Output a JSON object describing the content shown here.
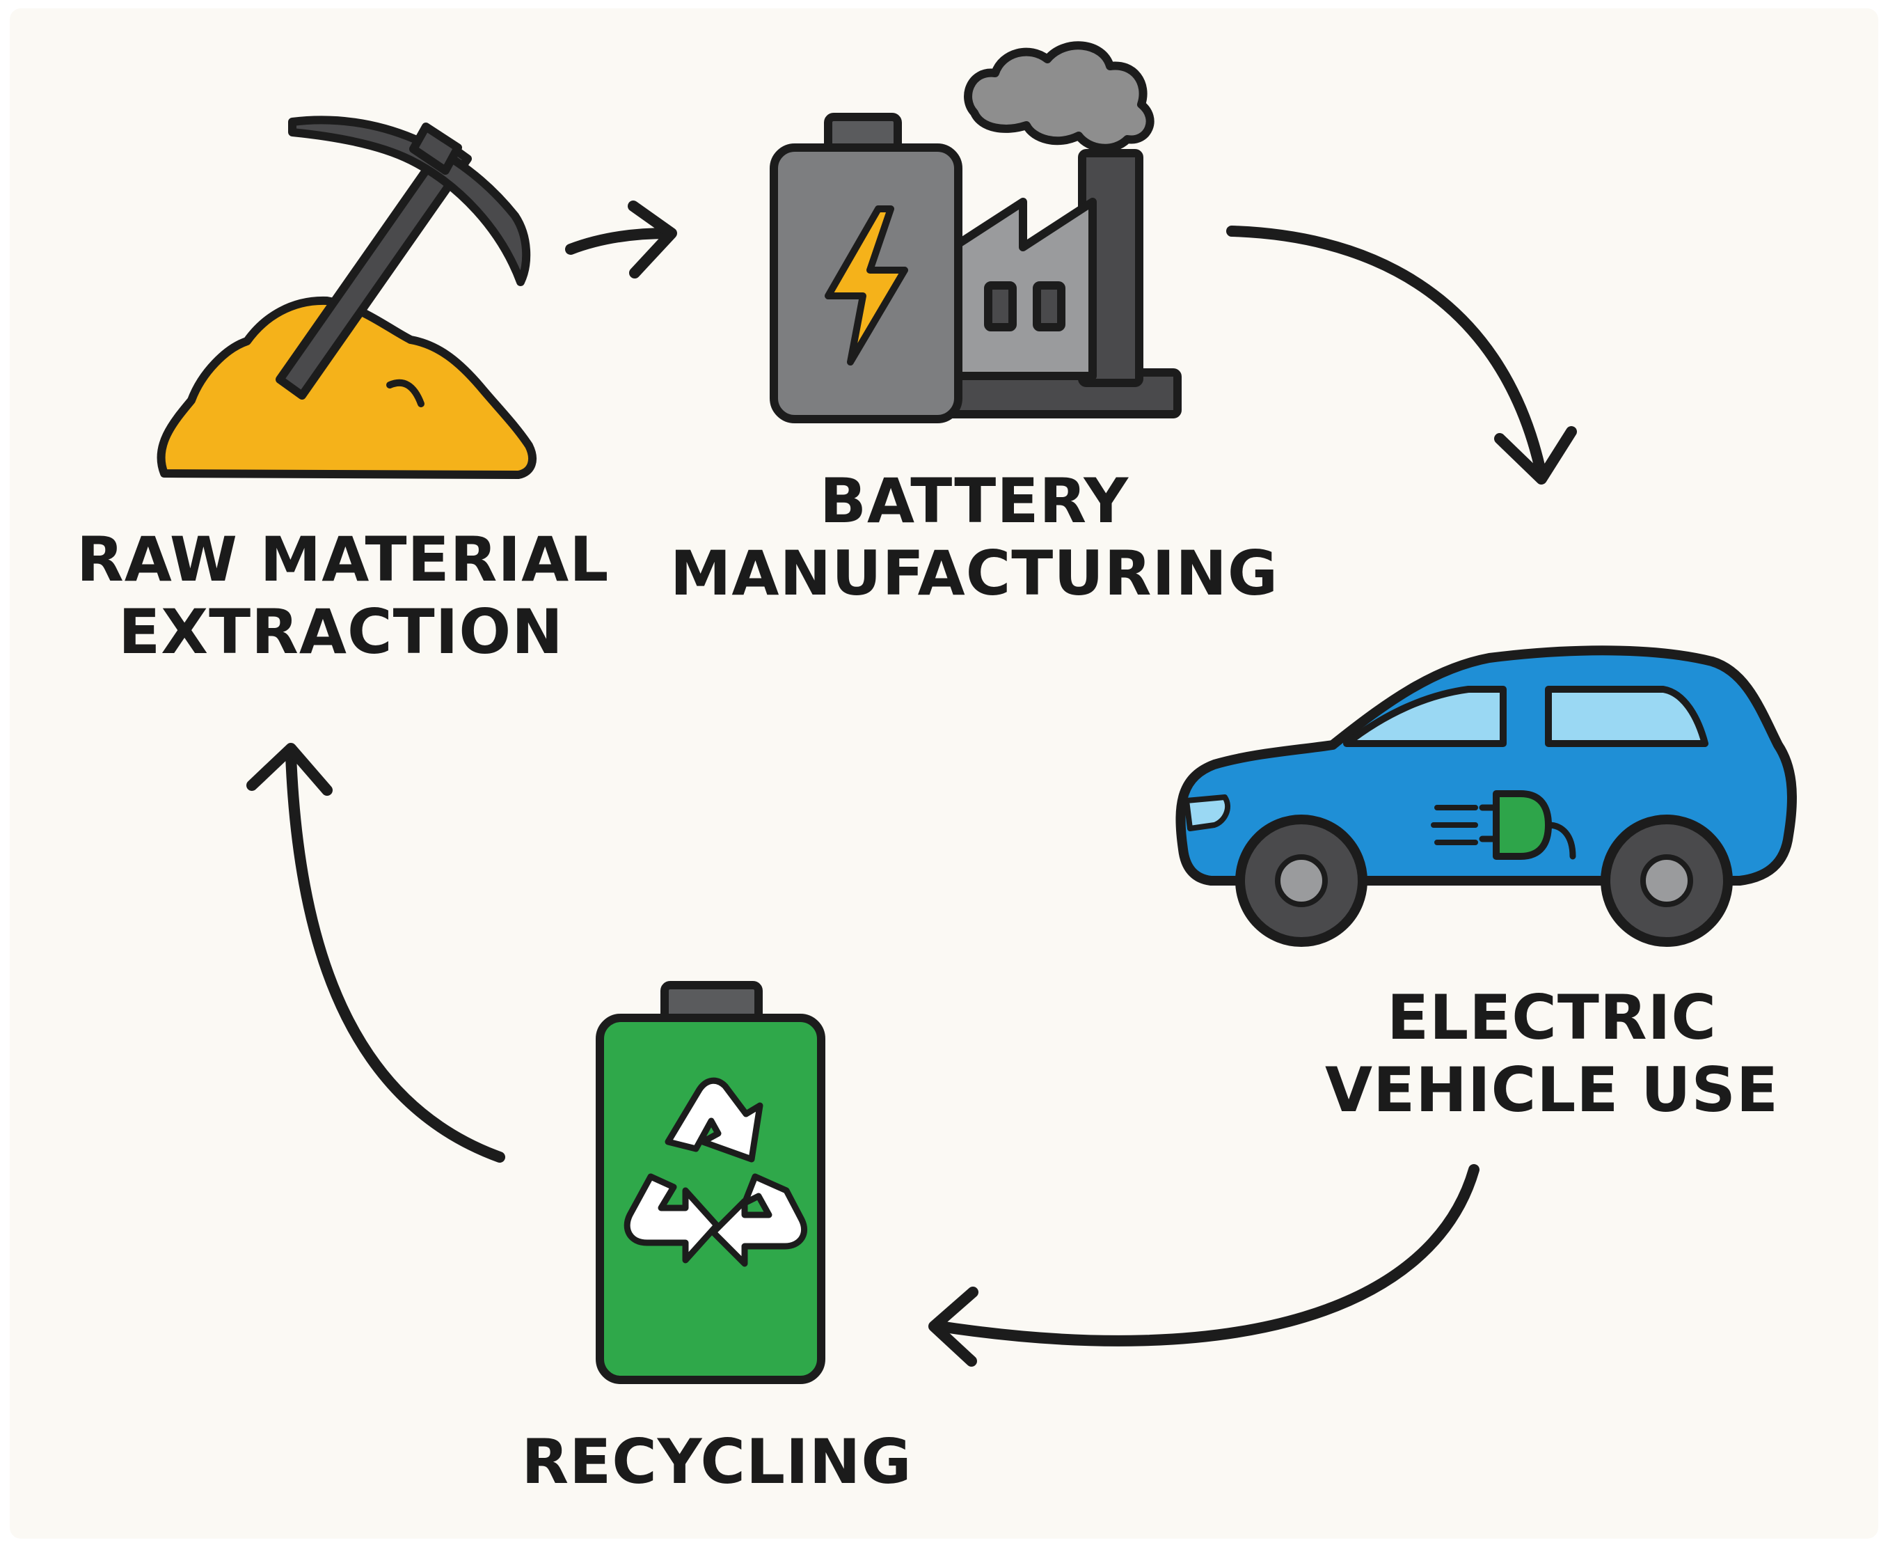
{
  "stages": [
    {
      "id": "raw",
      "line1": "RAW MATERIAL",
      "line2": "EXTRACTION",
      "icon": "pickaxe-ore-pile-icon"
    },
    {
      "id": "battery",
      "line1": "BATTERY",
      "line2": "MANUFACTURING",
      "icon": "battery-factory-icon"
    },
    {
      "id": "ev",
      "line1": "ELECTRIC",
      "line2": "VEHICLE USE",
      "icon": "electric-car-icon"
    },
    {
      "id": "recycling",
      "line1": "RECYCLING",
      "icon": "recycle-battery-icon"
    }
  ],
  "colors": {
    "background": "#fbf9f4",
    "outline": "#1c1c1c",
    "ore": "#f5b21a",
    "battery_grey": "#7d7e80",
    "factory_grey": "#9a9b9d",
    "smoke": "#8e8e8e",
    "bolt": "#f5b21a",
    "car_blue": "#1f8fd6",
    "window_blue": "#9ad8f3",
    "plug_green": "#2ea54a",
    "recycle_green": "#2fa84a"
  }
}
